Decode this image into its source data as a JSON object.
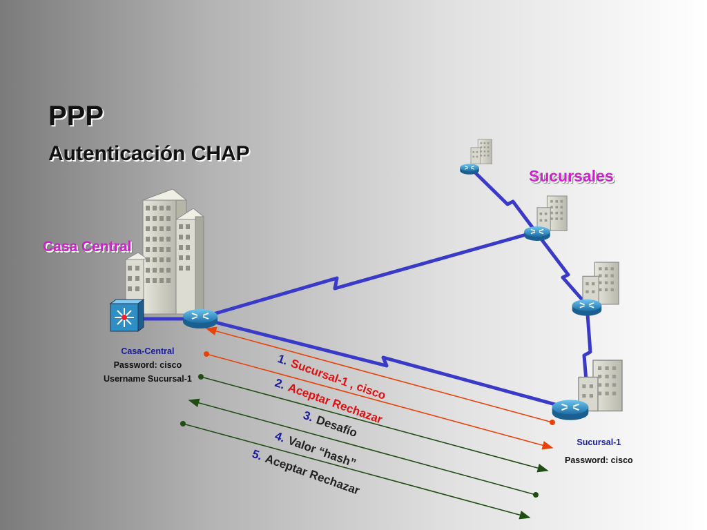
{
  "title": "PPP",
  "subtitle": "Autenticación CHAP",
  "labels": {
    "casa_central": "Casa Central",
    "sucursales": "Sucursales"
  },
  "casa_info": {
    "name": "Casa-Central",
    "password": "Password: cisco",
    "username": "Username Sucursal-1"
  },
  "sucursal_info": {
    "name": "Sucursal-1",
    "password": "Password: cisco"
  },
  "messages": [
    {
      "num": "1.",
      "text": "Sucursal-1 , cisco"
    },
    {
      "num": "2.",
      "text": "Aceptar  Rechazar"
    },
    {
      "num": "3.",
      "text": "Desafío"
    },
    {
      "num": "4.",
      "text": "Valor “hash”"
    },
    {
      "num": "5.",
      "text": "Aceptar  Rechazar"
    }
  ],
  "colors": {
    "link": "#3a3ac8",
    "request_arrow": "#e8420a",
    "response_arrow": "#1f4d14",
    "accent_magenta": "#cc22cc",
    "router": "#2f8fc4"
  }
}
